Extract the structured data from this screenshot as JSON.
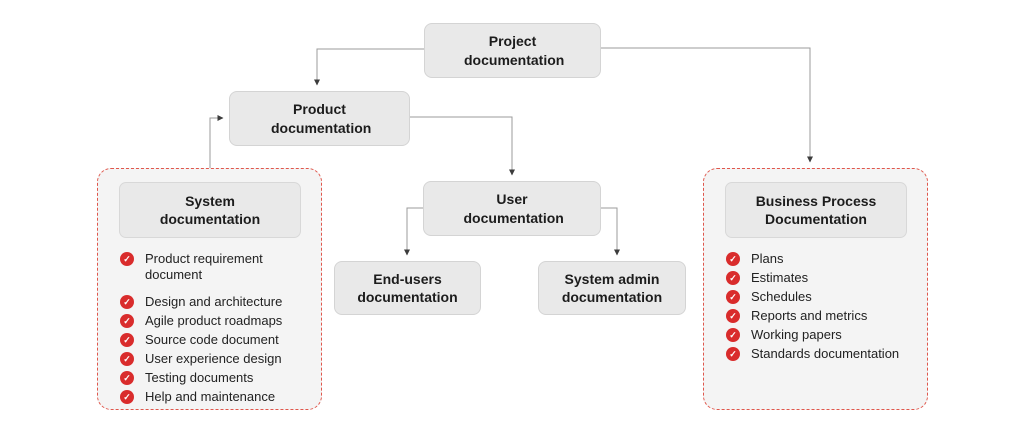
{
  "nodes": {
    "project": "Project documentation",
    "product": "Product documentation",
    "user": "User documentation",
    "end_users": "End-users documentation",
    "system_admin": "System admin documentation"
  },
  "panels": {
    "system": {
      "title": "System documentation",
      "items": [
        "Product requirement document",
        "Design and architecture",
        "Agile product roadmaps",
        "Source code document",
        "User experience design",
        "Testing documents",
        "Help and maintenance"
      ]
    },
    "business": {
      "title": "Business Process Documentation",
      "items": [
        "Plans",
        "Estimates",
        "Schedules",
        "Reports and metrics",
        "Working papers",
        "Standards documentation"
      ]
    }
  },
  "icons": {
    "check": "✓"
  },
  "colors": {
    "node_fill": "#e9e9e9",
    "node_border": "#d4d4d4",
    "panel_fill": "#f4f4f4",
    "panel_dashed_border": "#e0574c",
    "check_badge": "#d92c2c",
    "connector_line": "#9b9b9b",
    "arrowhead": "#3c3c3c",
    "text": "#1c1c1c"
  }
}
